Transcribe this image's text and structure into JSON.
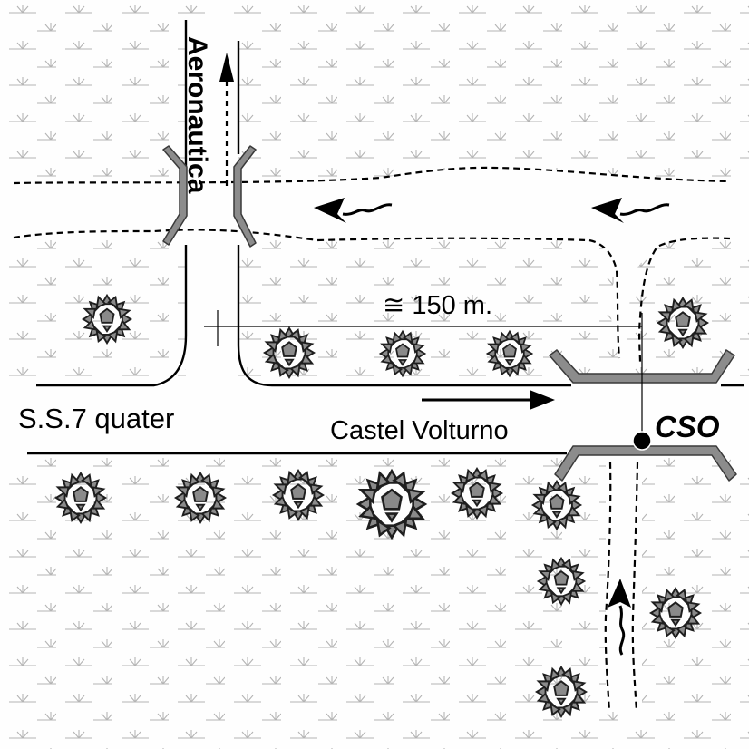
{
  "labels": {
    "main_road": "S.S.7 quater",
    "side_road": "Aeronautica",
    "direction": "Castel Volturno",
    "distance": "≅ 150 m.",
    "outfall": "CSO"
  },
  "colors": {
    "line": "#000000",
    "bridge_fill": "#8c8c8c",
    "bridge_stroke": "#3a3a3a",
    "tree_fill": "#8a8a8a",
    "tree_stroke": "#1e1e1e",
    "marsh_symbol": "#b4b4b4"
  },
  "icons": {
    "vegetation": "marsh-symbol-icon",
    "tree": "tree-icon",
    "flow": "flow-arrow-icon",
    "outfall": "outfall-point-icon"
  }
}
